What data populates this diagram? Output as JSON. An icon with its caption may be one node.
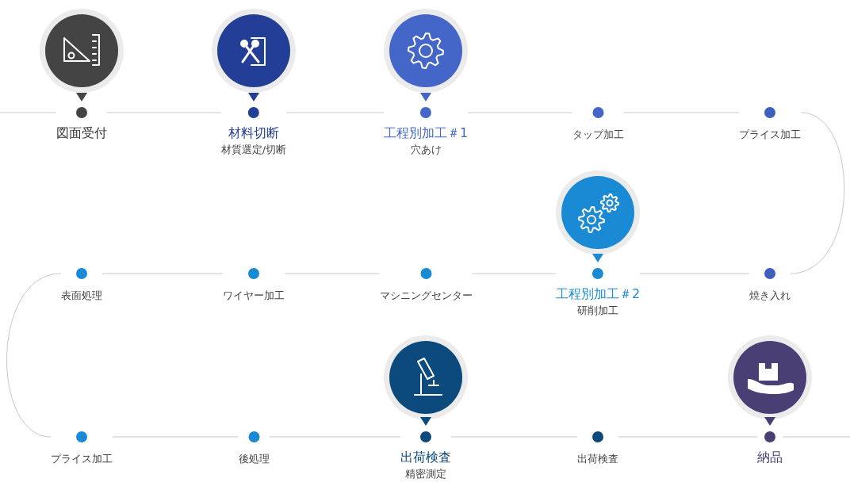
{
  "diagram": {
    "nodes": [
      {
        "text": [
          "図面受付"
        ]
      },
      {
        "text": [
          "材料切断",
          "材質選定/切断"
        ]
      },
      {
        "text": [
          "工程別加工＃1",
          "穴あけ"
        ]
      },
      {
        "text": [
          "タップ加工"
        ]
      },
      {
        "text": [
          "プライス加工"
        ]
      },
      {
        "text": [
          "焼き入れ"
        ]
      },
      {
        "text": [
          "工程別加工＃2",
          "研削加工"
        ]
      },
      {
        "text": [
          "マシニングセンター"
        ]
      },
      {
        "text": [
          "ワイヤー加工"
        ]
      },
      {
        "text": [
          "表面処理"
        ]
      },
      {
        "text": [
          "プライス加工"
        ]
      },
      {
        "text": [
          "後処理"
        ]
      },
      {
        "text": [
          "出荷検査",
          "精密測定"
        ]
      },
      {
        "text": [
          "出荷検査"
        ]
      },
      {
        "text": [
          "納品"
        ]
      }
    ],
    "edges": [
      {
        "from": null,
        "to": 0,
        "arrow": "none"
      },
      {
        "from": 0,
        "to": 1,
        "arrow": "none"
      },
      {
        "from": 1,
        "to": 2,
        "arrow": "none"
      },
      {
        "from": 2,
        "to": 3,
        "arrow": "none"
      },
      {
        "from": 3,
        "to": 4,
        "arrow": "none"
      },
      {
        "from": 4,
        "to": 5,
        "arrow": "none"
      },
      {
        "from": 5,
        "to": 6,
        "arrow": "none"
      },
      {
        "from": 6,
        "to": 7,
        "arrow": "none"
      },
      {
        "from": 7,
        "to": 8,
        "arrow": "none"
      },
      {
        "from": 8,
        "to": 9,
        "arrow": "none"
      },
      {
        "from": 9,
        "to": 10,
        "arrow": "none"
      },
      {
        "from": 10,
        "to": 11,
        "arrow": "none"
      },
      {
        "from": 11,
        "to": 12,
        "arrow": "none"
      },
      {
        "from": 12,
        "to": 13,
        "arrow": "none"
      },
      {
        "from": 13,
        "to": 14,
        "arrow": "none"
      },
      {
        "from": 14,
        "to": null,
        "arrow": "none"
      }
    ]
  }
}
